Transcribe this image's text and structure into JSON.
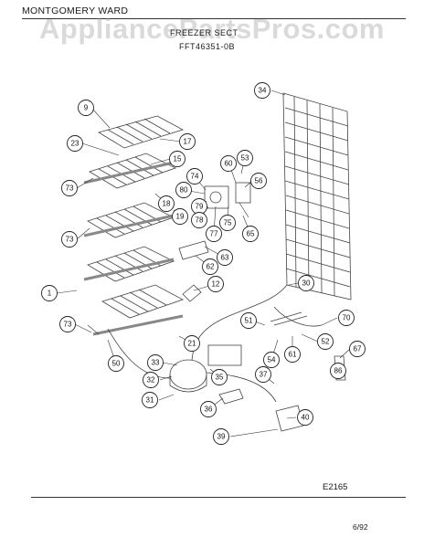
{
  "header": {
    "brand": "MONTGOMERY WARD",
    "watermark": "AppliancePartsPros.com",
    "section_title": "FREEZER SECT",
    "model": "FFT46351-0B"
  },
  "callouts": [
    "34",
    "9",
    "17",
    "23",
    "15",
    "53",
    "60",
    "74",
    "56",
    "73",
    "18",
    "80",
    "79",
    "19",
    "78",
    "77",
    "75",
    "73",
    "65",
    "63",
    "62",
    "12",
    "1",
    "30",
    "51",
    "70",
    "73",
    "52",
    "21",
    "54",
    "61",
    "67",
    "50",
    "33",
    "32",
    "37",
    "86",
    "35",
    "31",
    "36",
    "40",
    "39"
  ],
  "footer": {
    "diagram_code": "E2165",
    "date": "6/92"
  }
}
